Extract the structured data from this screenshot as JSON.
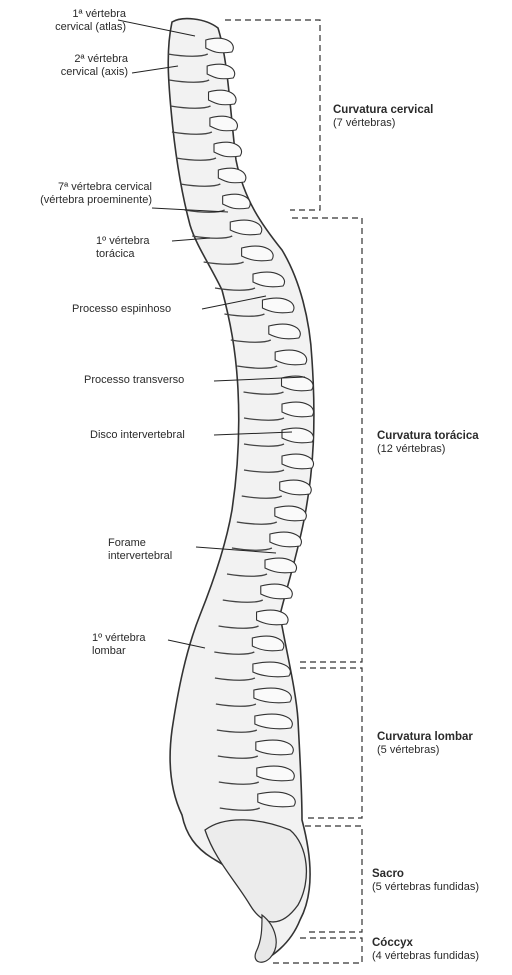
{
  "left_labels": [
    {
      "line1": "1ª vértebra",
      "line2": "cervical (atlas)"
    },
    {
      "line1": "2ª vértebra",
      "line2": "cervical (axis)"
    },
    {
      "line1": "7ª vértebra cervical",
      "line2": "(vértebra proeminente)"
    },
    {
      "line1": "1º vértebra",
      "line2": "torácica"
    },
    {
      "line1": "Processo espinhoso",
      "line2": ""
    },
    {
      "line1": "Processo transverso",
      "line2": ""
    },
    {
      "line1": "Disco intervertebral",
      "line2": ""
    },
    {
      "line1": "Forame",
      "line2": "intervertebral"
    },
    {
      "line1": "1º vértebra",
      "line2": "lombar"
    }
  ],
  "regions": [
    {
      "title": "Curvatura cervical",
      "subtitle": "(7 vértebras)"
    },
    {
      "title": "Curvatura torácica",
      "subtitle": "(12 vértebras)"
    },
    {
      "title": "Curvatura lombar",
      "subtitle": "(5 vértebras)"
    },
    {
      "title": "Sacro",
      "subtitle": "(5 vértebras fundidas)"
    },
    {
      "title": "Cóccyx",
      "subtitle": "(4 vértebras fundidas)"
    }
  ]
}
